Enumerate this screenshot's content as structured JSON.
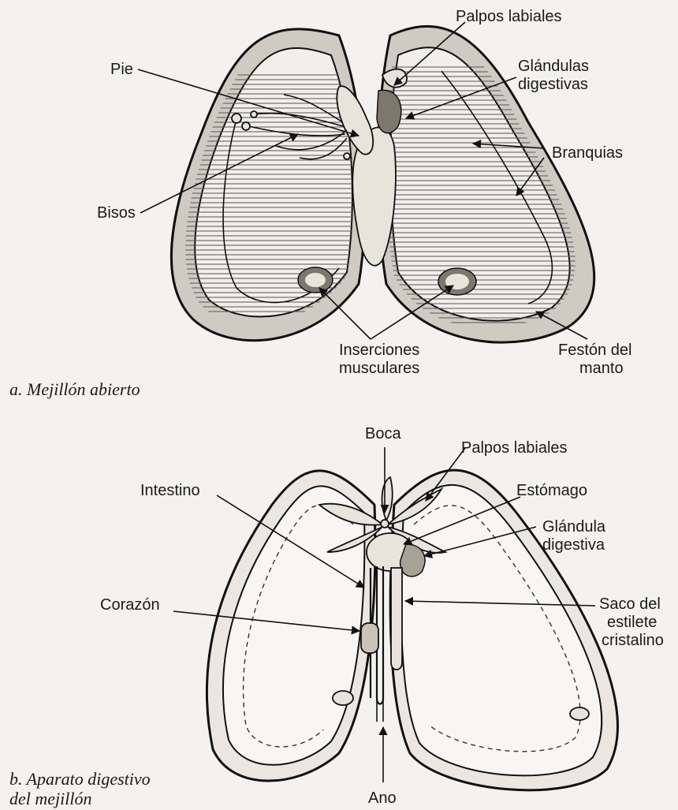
{
  "figure_a": {
    "caption": "a. Mejillón abierto",
    "labels": {
      "palpos": "Palpos labiales",
      "pie": "Pie",
      "glandulas_1": "Glándulas",
      "glandulas_2": "digestivas",
      "branquias": "Branquias",
      "bisos": "Bisos",
      "inserciones_1": "Inserciones",
      "inserciones_2": "musculares",
      "feston_1": "Festón del",
      "feston_2": "manto"
    }
  },
  "figure_b": {
    "caption_1": "b. Aparato digestivo",
    "caption_2": "del mejillón",
    "labels": {
      "boca": "Boca",
      "palpos": "Palpos labiales",
      "intestino": "Intestino",
      "estomago": "Estómago",
      "glandula_1": "Glándula",
      "glandula_2": "digestiva",
      "corazon": "Corazón",
      "saco_1": "Saco del",
      "saco_2": "estilete",
      "saco_3": "cristalino",
      "ano": "Ano"
    }
  }
}
